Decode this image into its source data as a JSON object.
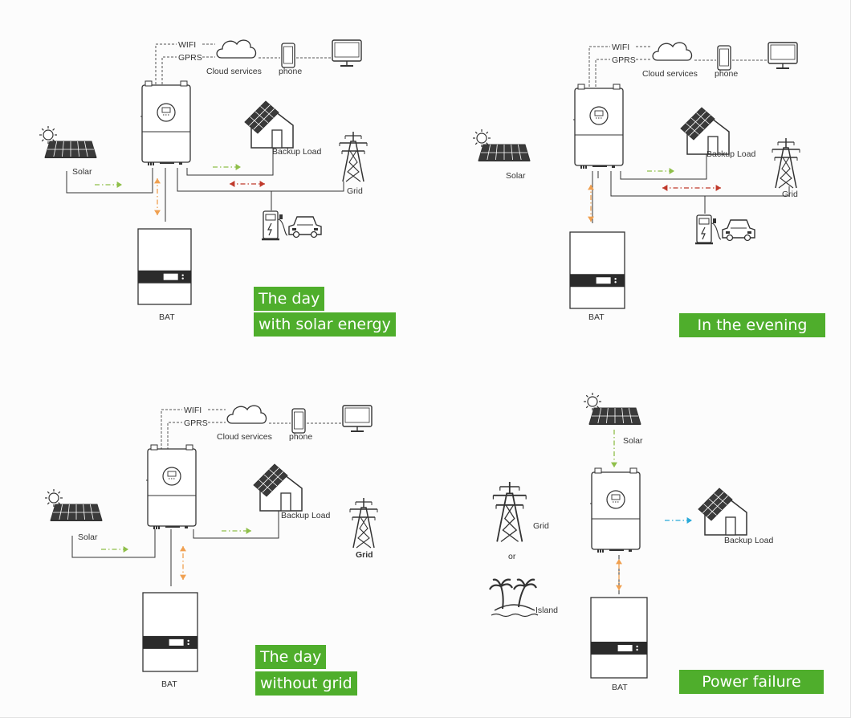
{
  "colors": {
    "accent": "#4fae2c",
    "solar_flow": "#8fbf4a",
    "grid_flow": "#c0392b",
    "battery_flow": "#f0a050",
    "load_flow_blue": "#29a9d8",
    "outline": "#333333"
  },
  "labels": {
    "wifi": "WIFI",
    "gprs": "GPRS",
    "cloud": "Cloud services",
    "phone": "phone",
    "solar": "Solar",
    "backup_load": "Backup Load",
    "grid": "Grid",
    "bat": "BAT",
    "or": "or",
    "island": "Island"
  },
  "panels": [
    {
      "badge_lines": [
        "The day",
        "with solar energy"
      ]
    },
    {
      "badge_lines": [
        "In the evening"
      ]
    },
    {
      "badge_lines": [
        "The day",
        "without grid"
      ]
    },
    {
      "badge_lines": [
        "Power failure"
      ]
    }
  ]
}
